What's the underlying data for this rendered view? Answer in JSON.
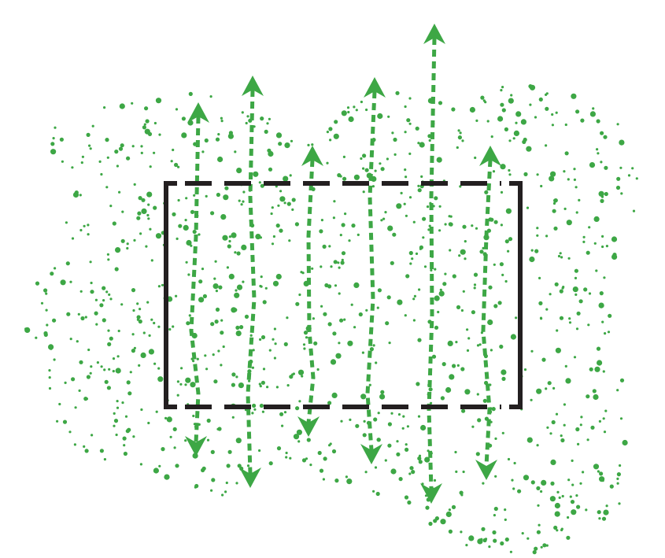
{
  "diagram": {
    "kind": "particle-flow-through-region",
    "colors": {
      "particle": "#3DA745",
      "arrow": "#3DA745",
      "boundary": "#231F20",
      "background": "#FFFFFF"
    },
    "particle_field": {
      "shape": "irregular-cloud",
      "density": "scattered-dots"
    },
    "boundary_box": {
      "style": "dashed"
    },
    "arrows": [
      {
        "id": "a1",
        "direction": "bidirectional-vertical"
      },
      {
        "id": "a2",
        "direction": "bidirectional-vertical"
      },
      {
        "id": "a3",
        "direction": "bidirectional-vertical"
      },
      {
        "id": "a4",
        "direction": "bidirectional-vertical"
      },
      {
        "id": "a5",
        "direction": "bidirectional-vertical"
      },
      {
        "id": "a6",
        "direction": "bidirectional-vertical"
      }
    ]
  }
}
